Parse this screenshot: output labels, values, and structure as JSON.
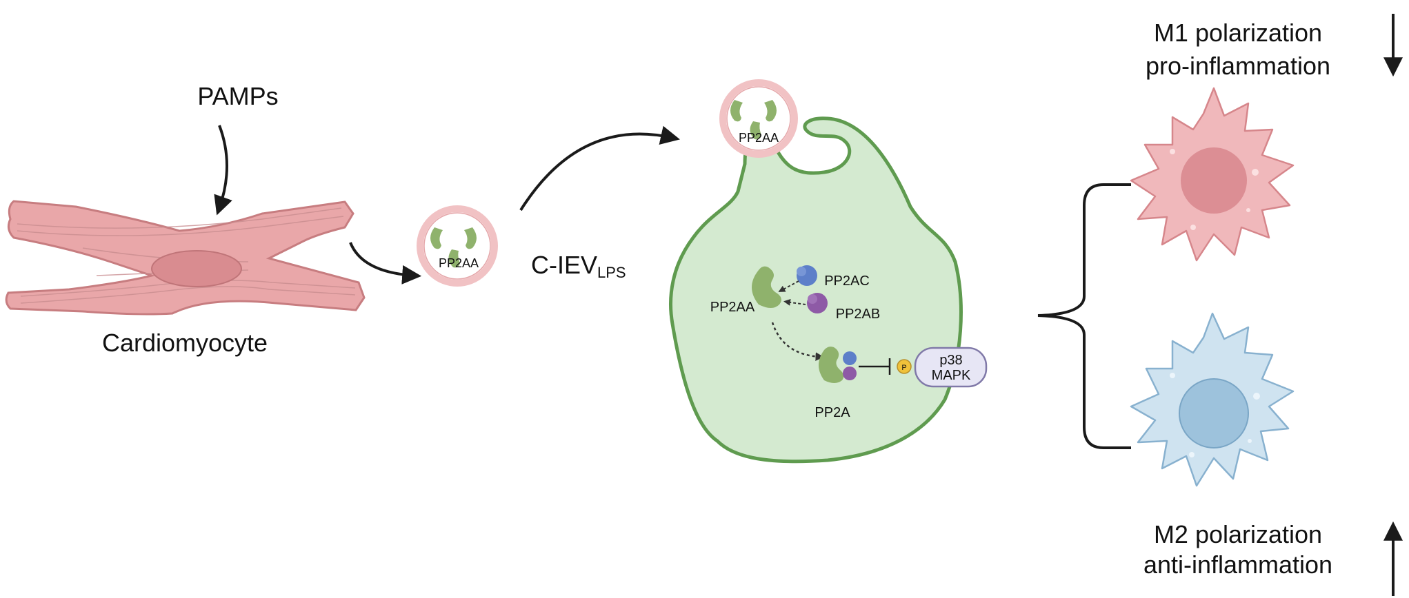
{
  "labels": {
    "pamps": "PAMPs",
    "cardiomyocyte": "Cardiomyocyte",
    "vesicle_left": "PP2AA",
    "vesicle_top": "PP2AA",
    "ciev_main": "C-IEV",
    "ciev_sub": "LPS",
    "pp2aa": "PP2AA",
    "pp2ac": "PP2AC",
    "pp2ab": "PP2AB",
    "pp2a": "PP2A",
    "phospho": "P",
    "p38_line1": "p38",
    "p38_line2": "MAPK",
    "m1_line1": "M1 polarization",
    "m1_line2": "pro-inflammation",
    "m2_line1": "M2 polarization",
    "m2_line2": "anti-inflammation"
  },
  "colors": {
    "cardiomyocyte_fill": "#e9a7a9",
    "cardiomyocyte_stroke": "#c77d80",
    "vesicle_ring": "#f1c2c4",
    "protein_green": "#8fb26c",
    "macrophage_fill": "#d4ead0",
    "macrophage_stroke": "#5f9b4f",
    "pp2ac": "#5d7fc9",
    "pp2ab": "#8e5aa6",
    "phospho": "#f0c23a",
    "m1_fill": "#f0b8bb",
    "m1_nucleus": "#dc8e94",
    "m2_fill": "#cfe3f0",
    "m2_nucleus": "#9dc2dc",
    "arrow": "#1a1a1a"
  }
}
